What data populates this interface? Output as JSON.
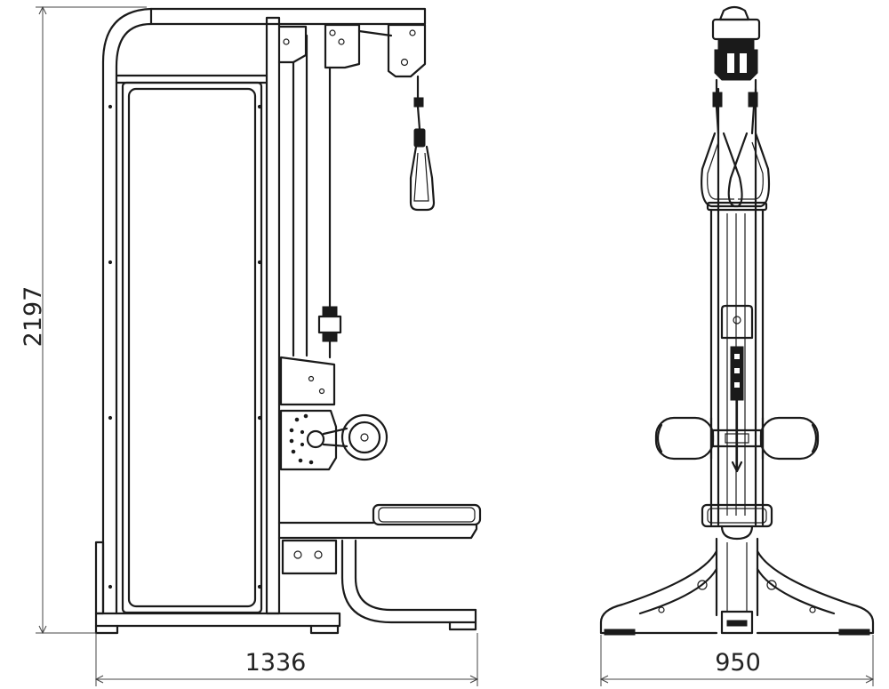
{
  "dimensions": {
    "height": "2197",
    "depth": "1336",
    "width": "950"
  },
  "views": {
    "side": "side-view",
    "front": "front-view"
  }
}
